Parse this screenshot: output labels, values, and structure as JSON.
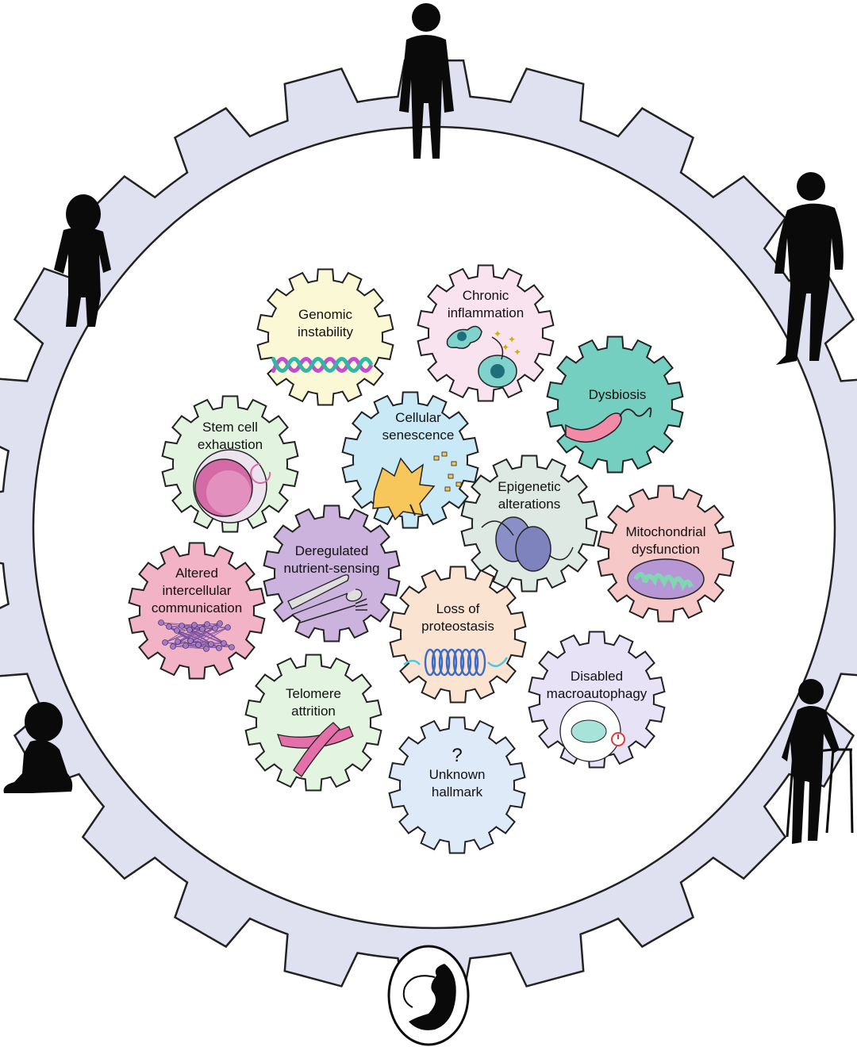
{
  "hallmarks": [
    {
      "key": "genomic",
      "lines": [
        "Genomic",
        "instability"
      ],
      "color": "#fbf8d6"
    },
    {
      "key": "inflammation",
      "lines": [
        "Chronic",
        "inflammation"
      ],
      "color": "#f8e3ef"
    },
    {
      "key": "dysbiosis",
      "lines": [
        "Dysbiosis"
      ],
      "color": "#74cfc0"
    },
    {
      "key": "stemcell",
      "lines": [
        "Stem cell",
        "exhaustion"
      ],
      "color": "#e2f3e0"
    },
    {
      "key": "senescence",
      "lines": [
        "Cellular",
        "senescence"
      ],
      "color": "#c9e9f6"
    },
    {
      "key": "epigenetic",
      "lines": [
        "Epigenetic",
        "alterations"
      ],
      "color": "#dfe9e3"
    },
    {
      "key": "mitochondrial",
      "lines": [
        "Mitochondrial",
        "dysfunction"
      ],
      "color": "#f6c9c8"
    },
    {
      "key": "intercellular",
      "lines": [
        "Altered",
        "intercellular",
        "communication"
      ],
      "color": "#f2b3c7"
    },
    {
      "key": "nutrient",
      "lines": [
        "Deregulated",
        "nutrient-sensing"
      ],
      "color": "#ccb3dd"
    },
    {
      "key": "proteostasis",
      "lines": [
        "Loss of",
        "proteostasis"
      ],
      "color": "#fbe3d2"
    },
    {
      "key": "autophagy",
      "lines": [
        "Disabled",
        "macroautophagy"
      ],
      "color": "#e7e2f6"
    },
    {
      "key": "telomere",
      "lines": [
        "Telomere",
        "attrition"
      ],
      "color": "#e3f4e1"
    },
    {
      "key": "unknown",
      "lines": [
        "?",
        "Unknown",
        "hallmark"
      ],
      "color": "#dfeaf8"
    }
  ],
  "colors": {
    "big_gear": "#dfe1f1",
    "outline": "#222222",
    "silhouette": "#0a0a0a"
  },
  "life_stages": [
    "fetus",
    "infant",
    "toddler",
    "adult",
    "older-adult",
    "elderly-with-walker"
  ]
}
